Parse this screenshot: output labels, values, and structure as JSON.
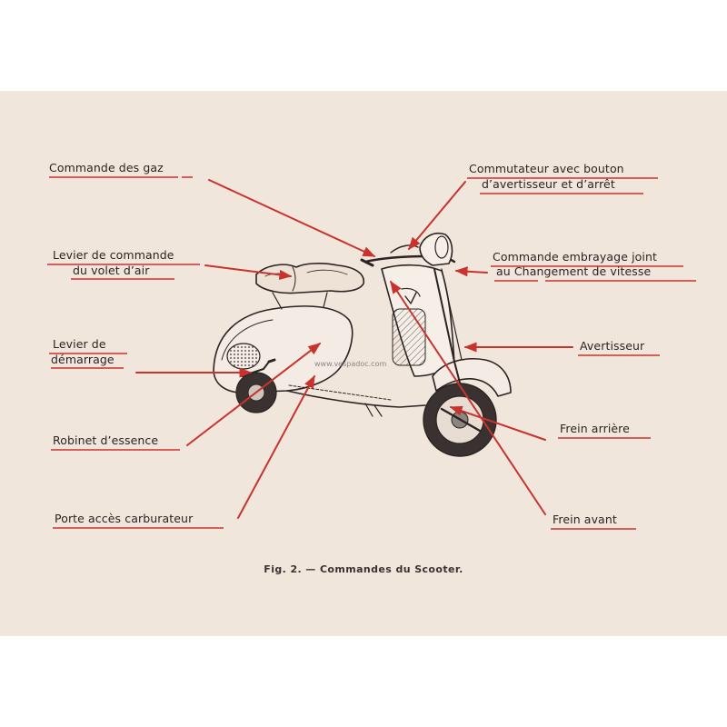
{
  "figure": {
    "caption": "Fig. 2. — Commandes du Scooter.",
    "watermark": "www.vespadoc.com",
    "accent_color": "#c8332e",
    "paper_color": "#f1e6dc",
    "ink_color": "#2b2422"
  },
  "labels_left": {
    "gaz": "Commande des gaz",
    "volet_1": "Levier de commande",
    "volet_2": "du volet d’air",
    "demarrage_1": "Levier de",
    "demarrage_2": "démarrage",
    "robinet": "Robinet d’essence",
    "carburateur": "Porte accès carburateur"
  },
  "labels_right": {
    "commutateur_1": "Commutateur avec bouton",
    "commutateur_2": "d’avertisseur et d’arrêt",
    "embrayage_1": "Commande embrayage joint",
    "embrayage_2": "au Changement de vitesse",
    "avertisseur": "Avertisseur",
    "frein_arriere": "Frein arrière",
    "frein_avant": "Frein avant"
  }
}
